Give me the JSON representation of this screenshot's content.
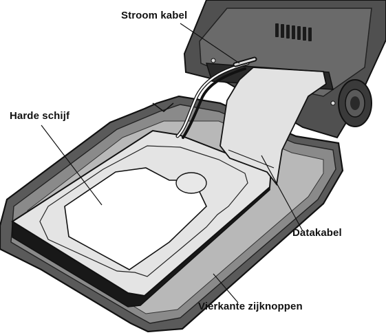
{
  "labels": {
    "power_cable": "Stroom kabel",
    "hard_drive": "Harde schijf",
    "data_cable": "Datakabel",
    "square_side_buttons": "Vierkante zijknoppen"
  },
  "colors": {
    "enclosure_dark": "#4a4a4a",
    "enclosure_mid": "#6e6e6e",
    "enclosure_light": "#9a9a9a",
    "drive_top": "#e6e6e6",
    "drive_side": "#1c1c1c",
    "label_face": "#ffffff",
    "ribbon_cable": "#e2e2e2",
    "outline": "#111111"
  }
}
